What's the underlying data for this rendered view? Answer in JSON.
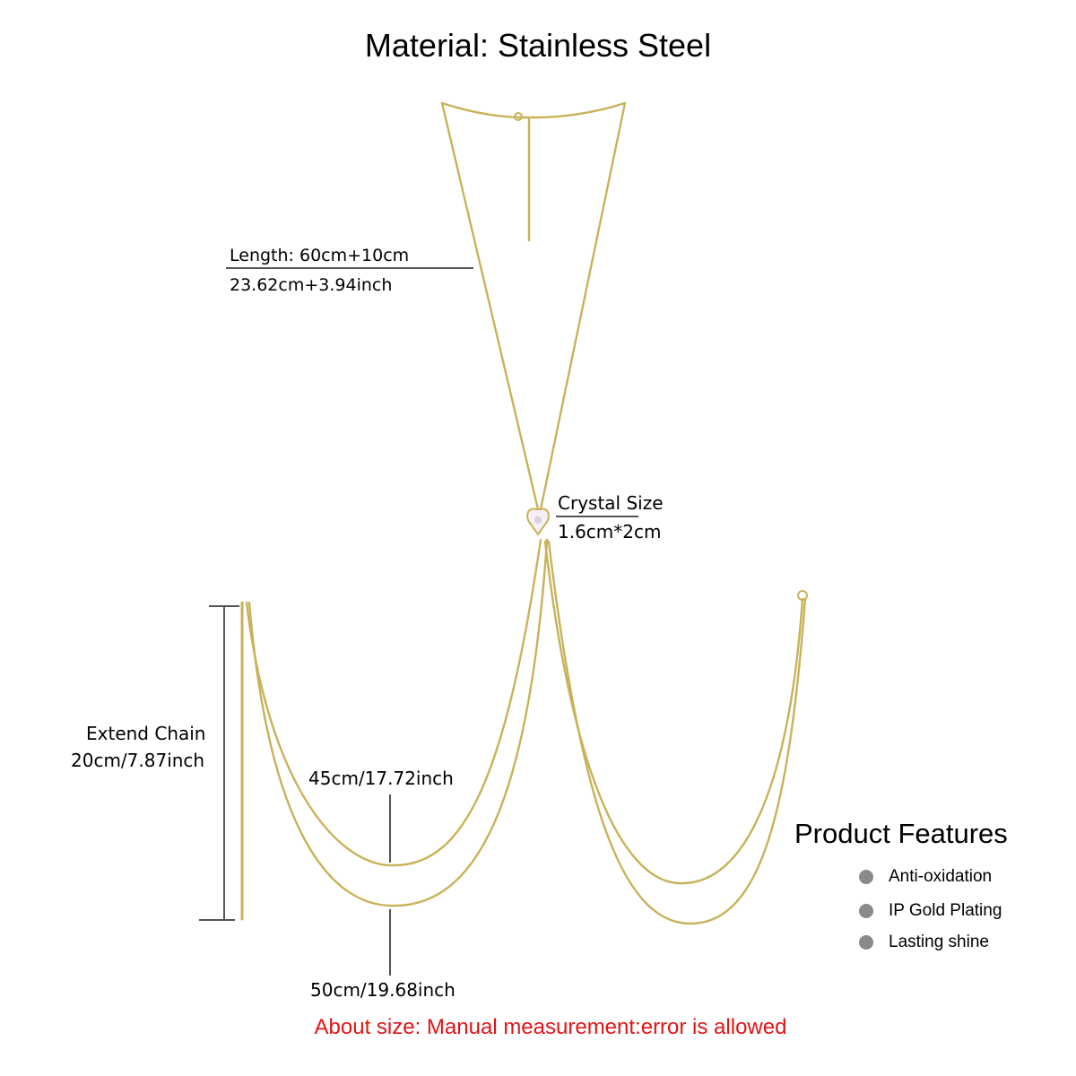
{
  "title": "Material: Stainless Steel",
  "annotations": {
    "length_line1": "Length: 60cm+10cm",
    "length_line2": "23.62cm+3.94inch",
    "crystal_line1": "Crystal Size",
    "crystal_line2": "1.6cm*2cm",
    "extend_line1": "Extend Chain",
    "extend_line2": "20cm/7.87inch",
    "inner_length": "45cm/17.72inch",
    "outer_length": "50cm/19.68inch"
  },
  "features": {
    "title": "Product Features",
    "items": [
      "Anti-oxidation",
      "IP Gold Plating",
      "Lasting shine"
    ]
  },
  "footer": "About size: Manual measurement:error is allowed",
  "colors": {
    "chain": "#c9b25a",
    "footer_text": "#e01515",
    "bullet": "#8a8a8a",
    "measure_line": "#555555"
  }
}
